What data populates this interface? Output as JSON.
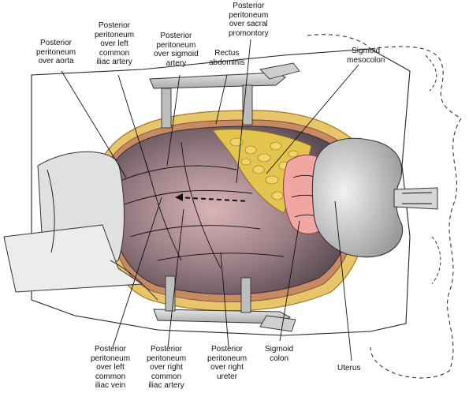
{
  "labels": {
    "peritoneum_aorta": [
      "Posterior",
      "peritoneum",
      "over aorta"
    ],
    "peritoneum_left_common_iliac_artery": [
      "Posterior",
      "peritoneum",
      "over left",
      "common",
      "iliac artery"
    ],
    "peritoneum_sigmoid_artery": [
      "Posterior",
      "peritoneum",
      "over sigmoid",
      "artery"
    ],
    "rectus_abdominis": [
      "Rectus",
      "abdominis"
    ],
    "peritoneum_sacral_promontory": [
      "Posterior",
      "peritoneum",
      "over sacral",
      "promontory"
    ],
    "sigmoid_mesocolon": [
      "Sigmoid",
      "mesocolon"
    ],
    "peritoneum_left_common_iliac_vein": [
      "Posterior",
      "peritoneum",
      "over left",
      "common",
      "iliac vein"
    ],
    "peritoneum_right_common_iliac_artery": [
      "Posterior",
      "peritoneum",
      "over right",
      "common",
      "iliac artery"
    ],
    "peritoneum_right_ureter": [
      "Posterior",
      "peritoneum",
      "over right",
      "ureter"
    ],
    "sigmoid_colon": [
      "Sigmoid",
      "colon"
    ],
    "uterus": [
      "Uterus"
    ]
  }
}
